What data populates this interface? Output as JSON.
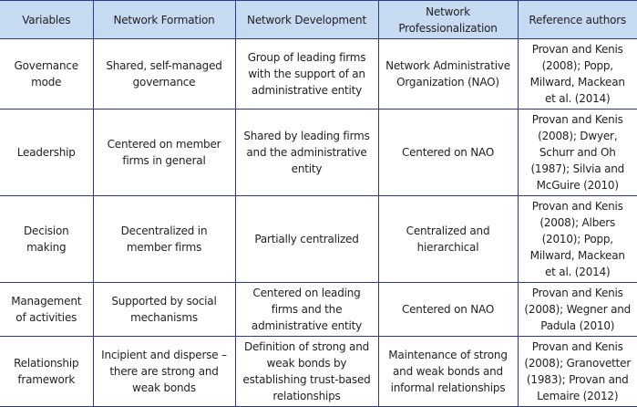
{
  "table": {
    "headers": [
      "Variables",
      "Network Formation",
      "Network Development",
      "Network Professionalization",
      "Reference authors"
    ],
    "rows": [
      {
        "variable": "Governance mode",
        "formation": "Shared, self-managed governance",
        "development": "Group of leading firms with the support of an administrative entity",
        "professionalization": "Network Administrative Organization (NAO)",
        "references": "Provan and Kenis (2008); Popp, Milward, Mackean et al. (2014)"
      },
      {
        "variable": "Leadership",
        "formation": "Centered on member firms in general",
        "development": "Shared by leading firms and the administrative entity",
        "professionalization": "Centered on NAO",
        "references": "Provan and Kenis (2008); Dwyer, Schurr and Oh (1987); Silvia and McGuire (2010)"
      },
      {
        "variable": "Decision making",
        "formation": "Decentralized in member firms",
        "development": "Partially centralized",
        "professionalization": "Centralized and hierarchical",
        "references": "Provan and Kenis (2008); Albers (2010); Popp, Milward, Mackean et al. (2014)"
      },
      {
        "variable": "Management of activities",
        "formation": "Supported by social mechanisms",
        "development": "Centered on leading firms and the administrative entity",
        "professionalization": "Centered on NAO",
        "references": "Provan and Kenis (2008); Wegner and Padula (2010)"
      },
      {
        "variable": "Relationship framework",
        "formation": "Incipient and disperse – there are strong and weak bonds",
        "development": "Definition of strong and weak bonds by establishing trust-based relationships",
        "professionalization": "Maintenance of strong and weak bonds and informal relationships",
        "references": "Provan and Kenis (2008); Granovetter (1983); Provan and Lemaire (2012)"
      }
    ]
  },
  "colors": {
    "header_background": "#c6daf2",
    "border": "#2b3a8c",
    "text": "#222222"
  }
}
